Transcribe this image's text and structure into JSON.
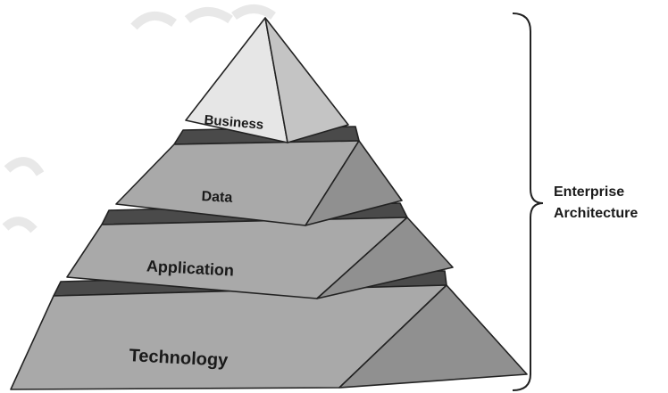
{
  "diagram": {
    "layers": {
      "business": "Business",
      "data": "Data",
      "application": "Application",
      "technology": "Technology"
    },
    "brace": {
      "line1": "Enterprise",
      "line2": "Architecture"
    }
  },
  "colors": {
    "front_face": "#a9a9a9",
    "side_face": "#909090",
    "gap_band": "#4a4a4a",
    "apex_front": "#e6e6e6",
    "apex_side": "#c4c4c4",
    "outline": "#222222"
  }
}
